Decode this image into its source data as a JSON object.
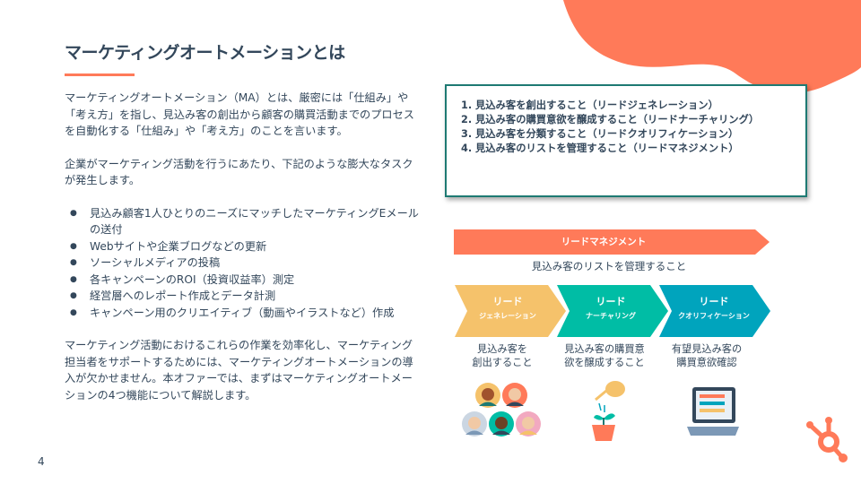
{
  "slide": {
    "title": "マーケティングオートメーションとは",
    "page_number": "4"
  },
  "intro": {
    "paragraph1": "マーケティングオートメーション（MA）とは、厳密には「仕組み」や「考え方」を指し、見込み客の創出から顧客の購買活動までのプロセスを自動化する「仕組み」や「考え方」のことを言います。",
    "paragraph2": "企業がマーケティング活動を行うにあたり、下記のような膨大なタスクが発生します。",
    "bullets": [
      "見込み顧客1人ひとりのニーズにマッチしたマーケティングEメールの送付",
      "Webサイトや企業ブログなどの更新",
      "ソーシャルメディアの投稿",
      "各キャンペーンのROI（投資収益率）測定",
      "経営層へのレポート作成とデータ計測",
      "キャンペーン用のクリエイティブ（動画やイラストなど）作成"
    ],
    "paragraph3": "マーケティング活動におけるこれらの作業を効率化し、マーケティング担当者をサポートするためには、マーケティングオートメーションの導入が欠かせません。本オファーでは、まずはマーケティングオートメーションの4つ機能について解説します。"
  },
  "functions": {
    "items": [
      {
        "num": "1.",
        "text": "見込み客を創出すること（リードジェネレーション）"
      },
      {
        "num": "2.",
        "text": "見込み客の購買意欲を醸成すること（リードナーチャリング）"
      },
      {
        "num": "3.",
        "text": "見込み客を分類すること（リードクオリフィケーション）"
      },
      {
        "num": "4.",
        "text": "見込み客のリストを管理すること（リードマネジメント）"
      }
    ]
  },
  "diagram": {
    "management_label": "リードマネジメント",
    "management_desc": "見込み客のリストを管理すること",
    "stages": [
      {
        "line1": "リード",
        "line2": "ジェネレーション",
        "desc1": "見込み客を",
        "desc2": "創出すること",
        "color": "#f5c26b",
        "icon": "people-avatars-icon"
      },
      {
        "line1": "リード",
        "line2": "ナーチャリング",
        "desc1": "見込み客の購買意",
        "desc2": "欲を醸成すること",
        "color": "#00bda5",
        "icon": "watering-plant-icon"
      },
      {
        "line1": "リード",
        "line2": "クオリフィケーション",
        "desc1": "有望見込み客の",
        "desc2": "購買意欲確認",
        "color": "#00a4bd",
        "icon": "laptop-checklist-icon"
      }
    ]
  },
  "colors": {
    "accent": "#ff7a59",
    "text": "#33475b",
    "box_border": "#1e7a73"
  }
}
